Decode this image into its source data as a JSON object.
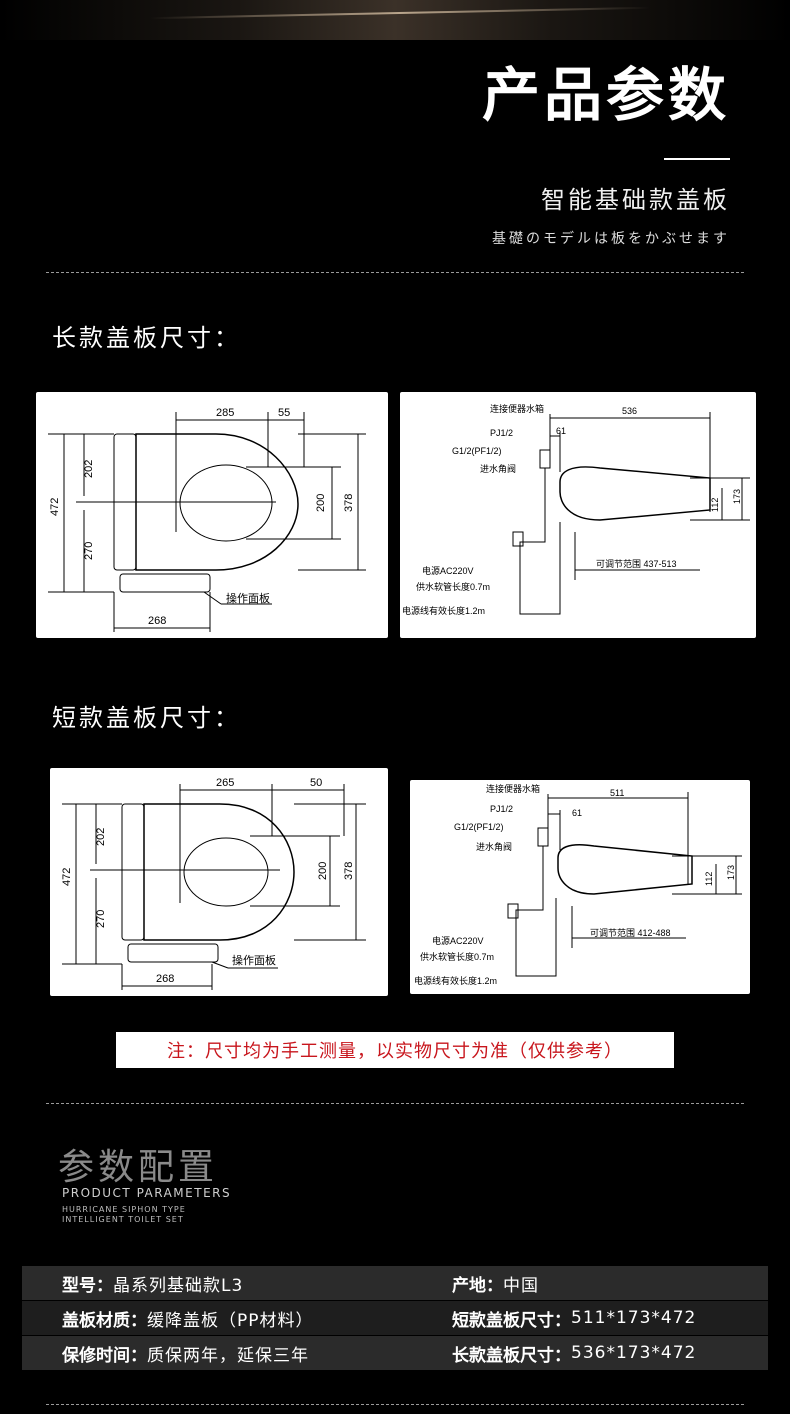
{
  "header": {
    "title": "产品参数",
    "subtitle": "智能基础款盖板",
    "subtitle_jp": "基礎のモデルは板をかぶせます"
  },
  "long_section": {
    "title": "长款盖板尺寸：",
    "top_view": {
      "dim_285": "285",
      "dim_55": "55",
      "dim_472": "472",
      "dim_202": "202",
      "dim_270": "270",
      "dim_200": "200",
      "dim_378": "378",
      "dim_268": "268",
      "panel_label": "操作面板"
    },
    "side_view": {
      "tank_label": "连接便器水箱",
      "pj": "PJ1/2",
      "g12": "G1/2(PF1/2)",
      "valve": "进水角阀",
      "dim_536": "536",
      "dim_61": "61",
      "dim_112": "112",
      "dim_173": "173",
      "power": "电源AC220V",
      "hose": "供水软管长度0.7m",
      "cable": "电源线有效长度1.2m",
      "range": "可调节范围 437-513"
    }
  },
  "short_section": {
    "title": "短款盖板尺寸：",
    "top_view": {
      "dim_265": "265",
      "dim_50": "50",
      "dim_472": "472",
      "dim_202": "202",
      "dim_270": "270",
      "dim_200": "200",
      "dim_378": "378",
      "dim_268": "268",
      "panel_label": "操作面板"
    },
    "side_view": {
      "tank_label": "连接便器水箱",
      "pj": "PJ1/2",
      "g12": "G1/2(PF1/2)",
      "valve": "进水角阀",
      "dim_511": "511",
      "dim_61": "61",
      "dim_112": "112",
      "dim_173": "173",
      "power": "电源AC220V",
      "hose": "供水软管长度0.7m",
      "cable": "电源线有效长度1.2m",
      "range": "可调节范围 412-488"
    }
  },
  "note": "注：尺寸均为手工测量，以实物尺寸为准（仅供参考）",
  "params": {
    "title": "参数配置",
    "en": "PRODUCT PARAMETERS",
    "sub1": "HURRICANE SIPHON TYPE",
    "sub2": "INTELLIGENT TOILET SET",
    "rows": [
      {
        "l_label": "型号：",
        "l_value": "晶系列基础款L3",
        "r_label": "产地：",
        "r_value": "中国"
      },
      {
        "l_label": "盖板材质：",
        "l_value": "缓降盖板（PP材料）",
        "r_label": "短款盖板尺寸：",
        "r_value": "511*173*472"
      },
      {
        "l_label": "保修时间：",
        "l_value": "质保两年，延保三年",
        "r_label": "长款盖板尺寸：",
        "r_value": "536*173*472"
      }
    ]
  }
}
